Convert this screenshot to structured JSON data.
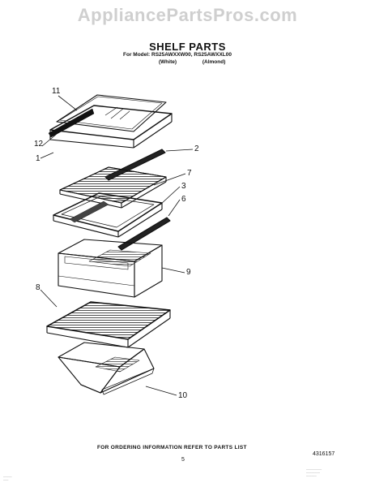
{
  "watermark": "AppliancePartsPros.com",
  "header": {
    "title": "SHELF PARTS",
    "models": "For Model: RS25AWXXW00, RS25AWXXL00",
    "color_white": "(White)",
    "color_almond": "(Almond)"
  },
  "callouts": {
    "c11": "11",
    "c12": "12",
    "c1": "1",
    "c2": "2",
    "c7": "7",
    "c3": "3",
    "c6": "6",
    "c9": "9",
    "c8": "8",
    "c10": "10"
  },
  "footer": {
    "note": "FOR ORDERING INFORMATION REFER TO PARTS LIST",
    "page": "5",
    "catalog_number": "4316157"
  }
}
